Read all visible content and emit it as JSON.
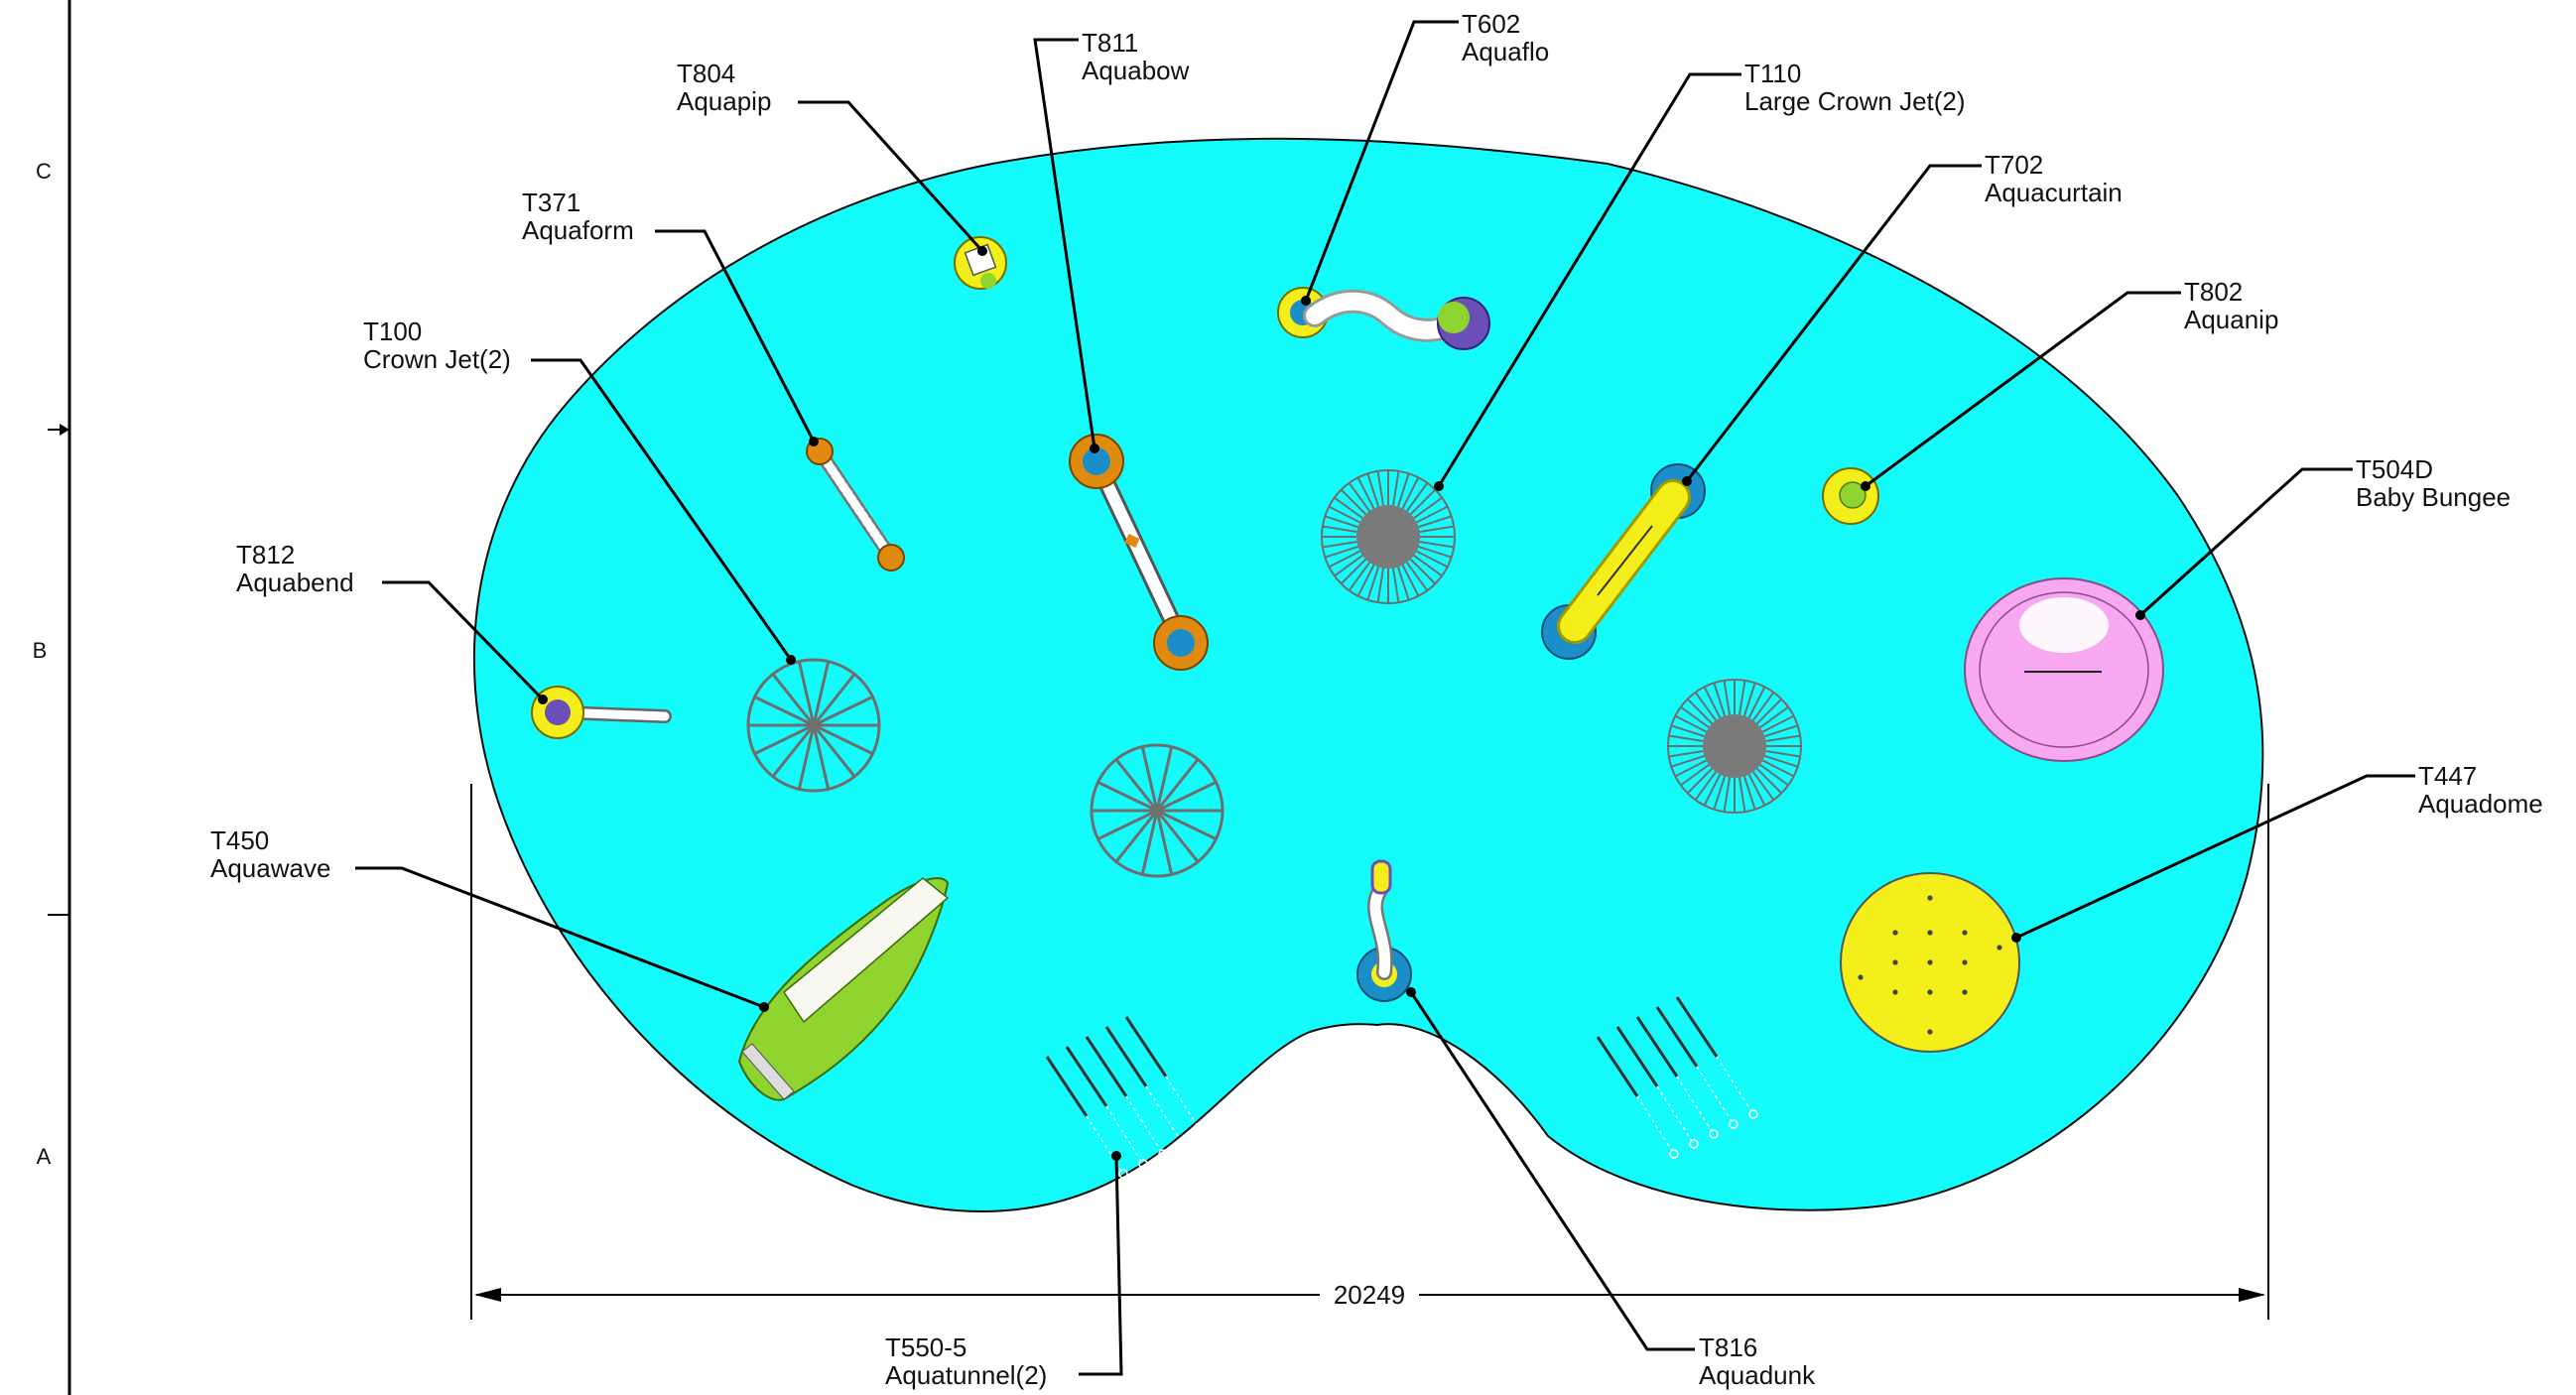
{
  "drawing": {
    "zones": [
      "C",
      "B",
      "A"
    ],
    "colors": {
      "pool": "#13fbfb",
      "outline": "#0a0a0a",
      "accent_yellow": "#f4ef1a",
      "accent_orange": "#e08a10",
      "accent_blue": "#1b8ec9",
      "accent_purple": "#6b4fb8",
      "accent_green": "#8fd42f",
      "accent_pink": "#f8a8f0",
      "gray_jet": "#6e6e6e"
    },
    "dimension": {
      "label": "20249"
    },
    "callouts": [
      {
        "id": "t804",
        "code": "T804",
        "name": "Aquapip",
        "icon": "aquapip-icon"
      },
      {
        "id": "t811",
        "code": "T811",
        "name": "Aquabow",
        "icon": "aquabow-icon"
      },
      {
        "id": "t602",
        "code": "T602",
        "name": "Aquaflo",
        "icon": "aquaflo-icon"
      },
      {
        "id": "t110",
        "code": "T110",
        "name": "Large Crown Jet(2)",
        "icon": "large-crown-jet-icon"
      },
      {
        "id": "t702",
        "code": "T702",
        "name": "Aquacurtain",
        "icon": "aquacurtain-icon"
      },
      {
        "id": "t371",
        "code": "T371",
        "name": "Aquaform",
        "icon": "aquaform-icon"
      },
      {
        "id": "t100",
        "code": "T100",
        "name": "Crown Jet(2)",
        "icon": "crown-jet-icon"
      },
      {
        "id": "t802",
        "code": "T802",
        "name": "Aquanip",
        "icon": "aquanip-icon"
      },
      {
        "id": "t504d",
        "code": "T504D",
        "name": "Baby Bungee",
        "icon": "baby-bungee-icon"
      },
      {
        "id": "t812",
        "code": "T812",
        "name": "Aquabend",
        "icon": "aquabend-icon"
      },
      {
        "id": "t447",
        "code": "T447",
        "name": "Aquadome",
        "icon": "aquadome-icon"
      },
      {
        "id": "t450",
        "code": "T450",
        "name": "Aquawave",
        "icon": "aquawave-icon"
      },
      {
        "id": "t550",
        "code": "T550-5",
        "name": "Aquatunnel(2)",
        "icon": "aquatunnel-icon"
      },
      {
        "id": "t816",
        "code": "T816",
        "name": "Aquadunk",
        "icon": "aquadunk-icon"
      }
    ]
  }
}
